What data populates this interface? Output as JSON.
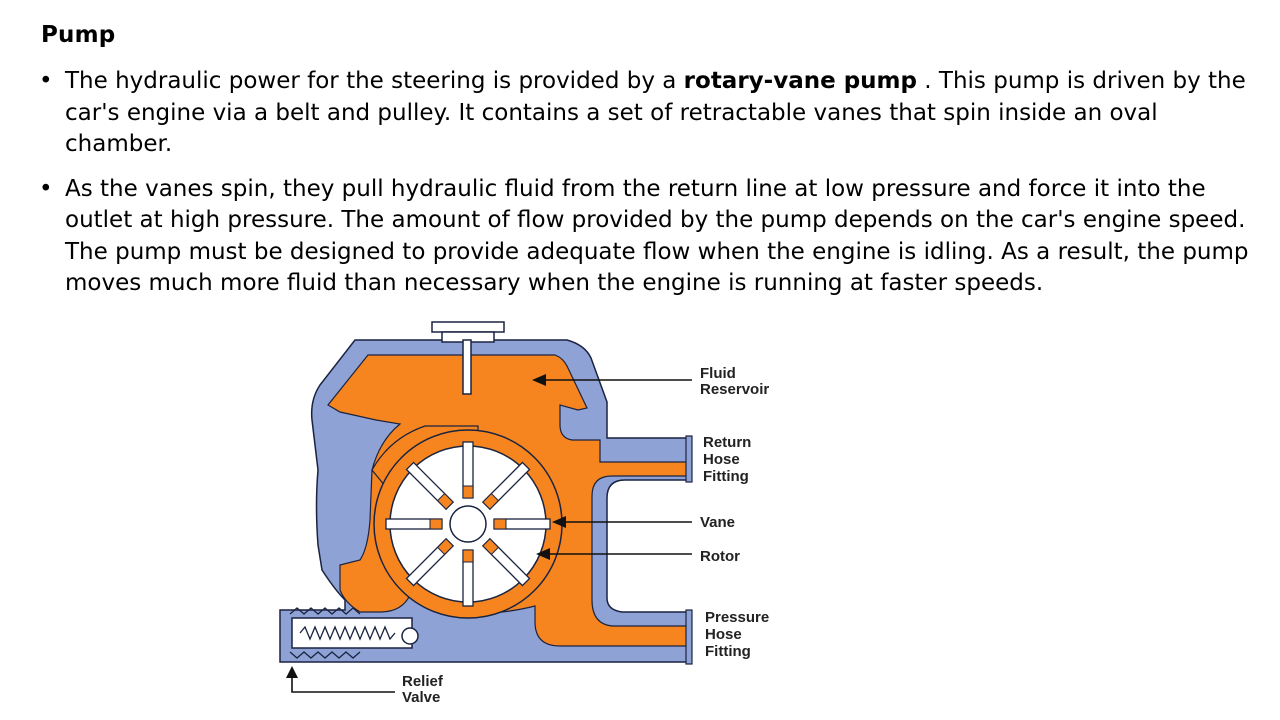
{
  "slide": {
    "title": "Pump",
    "bullets": [
      {
        "before": "The hydraulic power for the steering is provided by a ",
        "bold": "rotary-vane pump",
        "after": " . This pump is driven by the car's engine via a belt and pulley. It contains a set of retractable vanes that spin inside an oval chamber."
      },
      {
        "text": "As the vanes spin, they pull hydraulic fluid from the return line at low pressure and force it into the outlet at high pressure. The amount of flow provided by the pump depends on the car's engine speed. The pump must be designed to provide adequate flow when the engine is idling. As a result, the pump moves much more fluid than necessary when the engine is running at faster speeds."
      }
    ],
    "bullet_symbol": "•"
  },
  "diagram": {
    "labels": {
      "fluid_reservoir": [
        "Fluid",
        "Reservoir"
      ],
      "return_hose_fitting": [
        "Return",
        "Hose",
        "Fitting"
      ],
      "vane": [
        "Vane"
      ],
      "rotor": [
        "Rotor"
      ],
      "pressure_hose_fitting": [
        "Pressure",
        "Hose",
        "Fitting"
      ],
      "relief_valve": [
        "Relief",
        "Valve"
      ]
    },
    "colors": {
      "housing": "#8FA2D6",
      "fluid": "#F6851F",
      "rotor": "#FFFFFF",
      "outline": "#1A2340",
      "leader": "#111111"
    }
  }
}
